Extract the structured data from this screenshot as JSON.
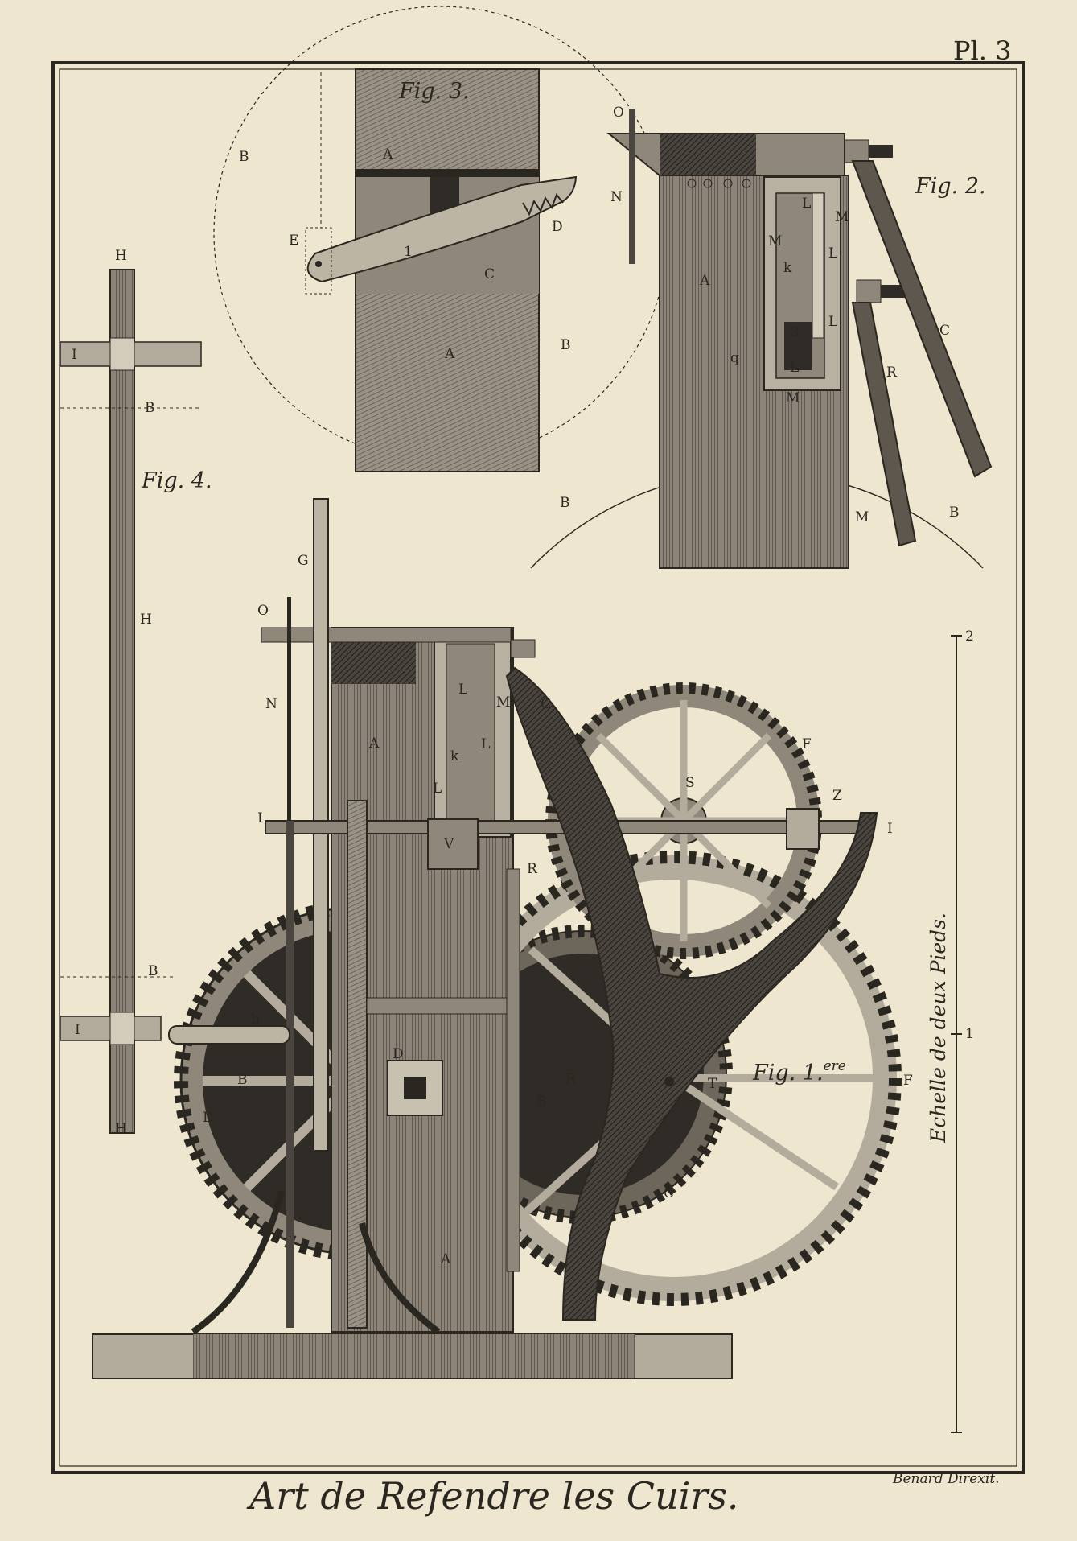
{
  "plate": {
    "number": "Pl. 3",
    "title": "Art de Refendre les Cuirs.",
    "credit": "Benard Direxit.",
    "scale_label": "Echelle de deux Pieds.",
    "scale_marks": [
      "2",
      "1"
    ]
  },
  "figures": {
    "fig1": {
      "caption": "Fig. 1.",
      "caption_sup": "ere"
    },
    "fig2": {
      "caption": "Fig. 2."
    },
    "fig3": {
      "caption": "Fig. 3."
    },
    "fig4": {
      "caption": "Fig. 4."
    }
  },
  "labels": {
    "fig3": [
      "A",
      "A",
      "B",
      "B",
      "C",
      "D",
      "E",
      "1"
    ],
    "fig2": [
      "O",
      "N",
      "A",
      "M",
      "M",
      "M",
      "M",
      "L",
      "L",
      "L",
      "L",
      "k",
      "3",
      "q",
      "C",
      "R",
      "B",
      "B"
    ],
    "fig4": [
      "H",
      "I",
      "B",
      "H",
      "B",
      "I",
      "H"
    ],
    "fig1": [
      "G",
      "O",
      "N",
      "A",
      "L",
      "M",
      "C",
      "L",
      "k",
      "L",
      "I",
      "V",
      "R",
      "S",
      "F",
      "Z",
      "I",
      "b",
      "B",
      "D",
      "D",
      "H",
      "B",
      "R",
      "T",
      "F",
      "C",
      "A"
    ]
  },
  "colors": {
    "paper": "#efe6cf",
    "ink": "#2a2620",
    "wood": "#8c8478",
    "wood_dark": "#4a453e",
    "wood_light": "#b3ab9c"
  }
}
